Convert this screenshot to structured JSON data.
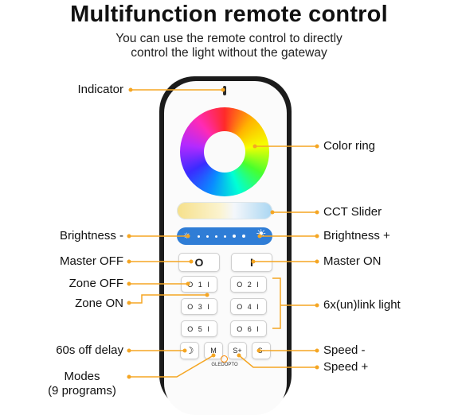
{
  "title": "Multifunction remote control",
  "subtitle_lines": [
    "You can use the remote control to directly",
    "control the light without the gateway"
  ],
  "labels": {
    "indicator": "Indicator",
    "color_ring": "Color ring",
    "cct_slider": "CCT Slider",
    "brightness_minus": "Brightness -",
    "brightness_plus": "Brightness +",
    "master_off": "Master OFF",
    "master_on": "Master ON",
    "zone_off": "Zone OFF",
    "zone_on": "Zone ON",
    "link_light": "6x(un)link light",
    "off_delay": "60s off delay",
    "speed_minus": "Speed -",
    "speed_plus": "Speed +",
    "modes_line1": "Modes",
    "modes_line2": "(9 programs)"
  },
  "buttons": {
    "master_off": "O",
    "master_on": "I",
    "zones": [
      "O 1 I",
      "O 2 I",
      "O 3 I",
      "O 4 I",
      "O 5 I",
      "O 6 I"
    ],
    "delay": "☽",
    "mode": "M",
    "speed_plus": "S+",
    "speed_minus": "S-"
  },
  "brand": "GLEDOPTO",
  "colors": {
    "leader": "#f5a623",
    "brightness_bar": "#2f7dd6",
    "remote_frame": "#1b1b1b"
  }
}
